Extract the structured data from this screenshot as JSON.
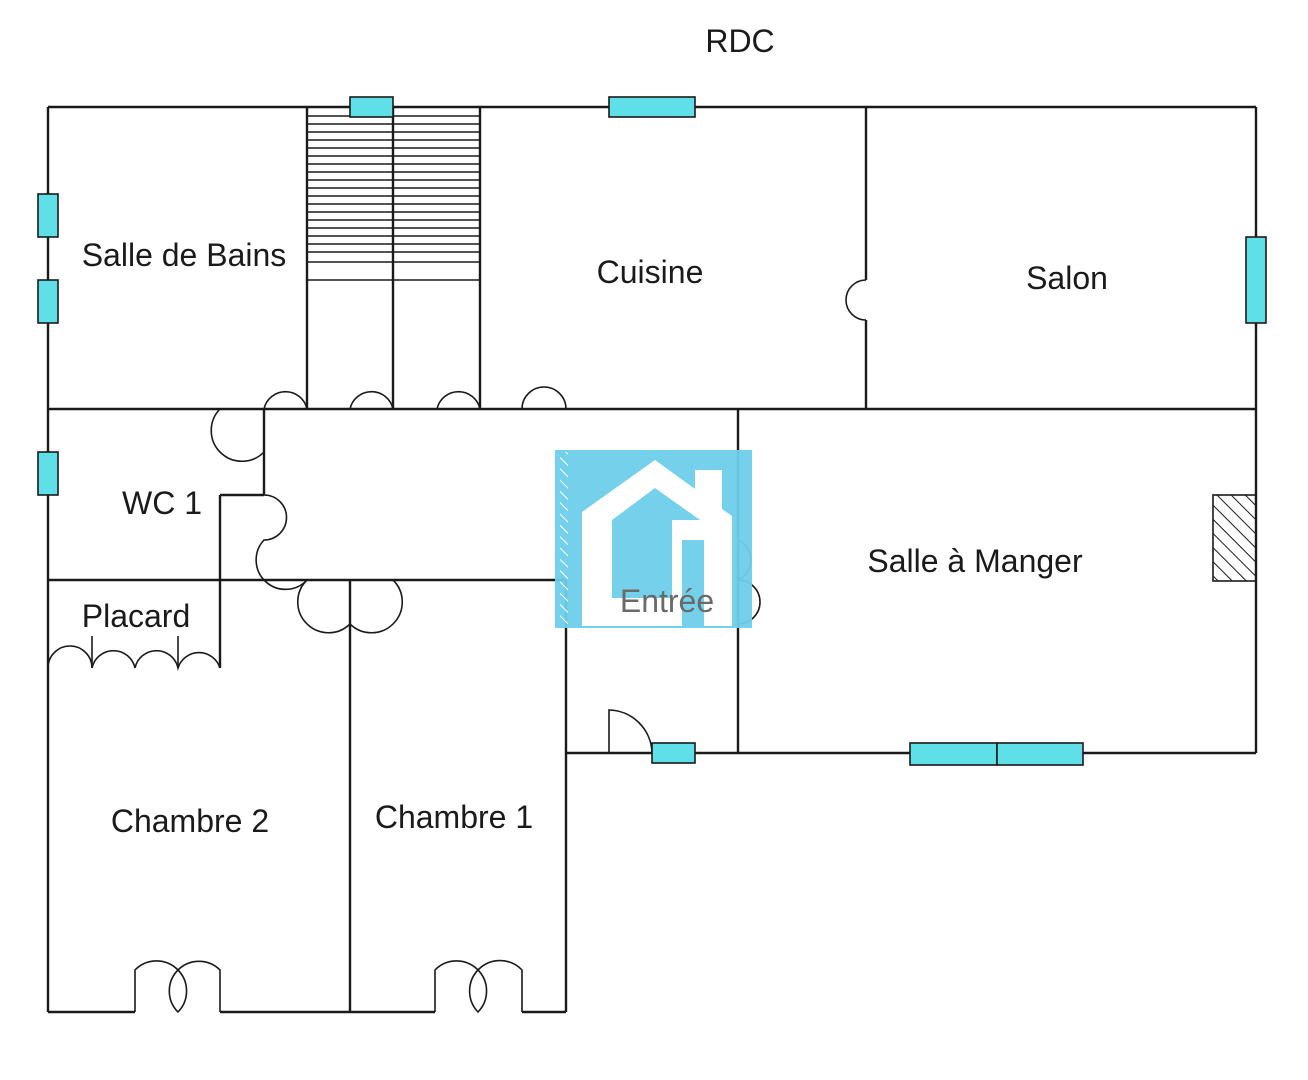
{
  "plan": {
    "title": "RDC",
    "rooms": {
      "salle_de_bains": "Salle de Bains",
      "cuisine": "Cuisine",
      "salon": "Salon",
      "wc1": "WC 1",
      "salle_a_manger": "Salle à Manger",
      "placard": "Placard",
      "entree": "Entrée",
      "chambre2": "Chambre 2",
      "chambre1": "Chambre 1"
    },
    "colors": {
      "wall": "#1a1a1a",
      "window": "#5fe0e8",
      "logo_bg": "#6ecfea",
      "logo_fg": "#ffffff"
    }
  }
}
